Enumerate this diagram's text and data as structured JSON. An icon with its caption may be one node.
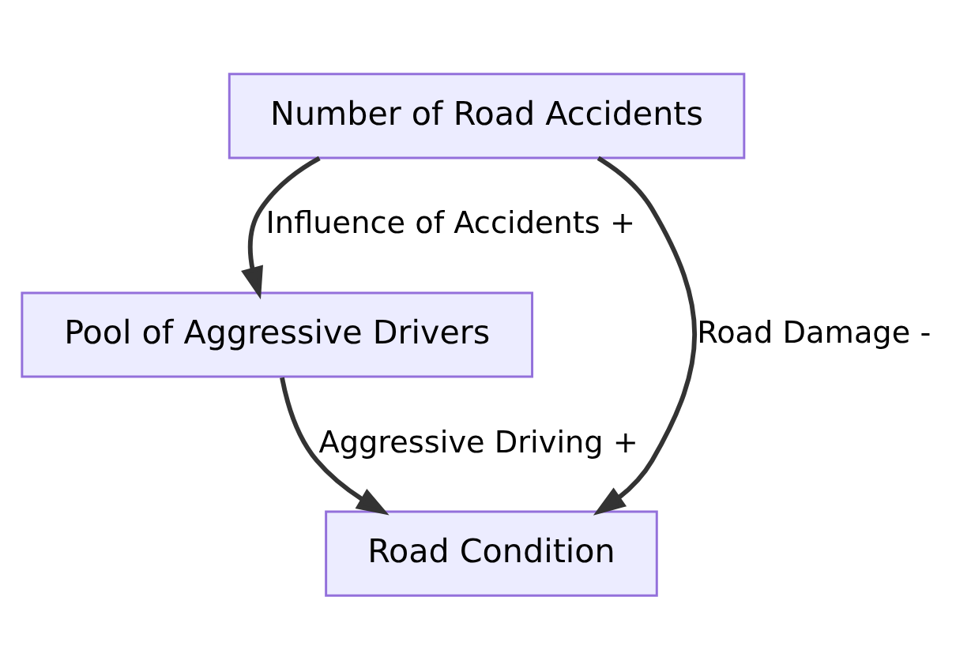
{
  "diagram": {
    "nodes": [
      {
        "text": [
          "Number of Road Accidents"
        ]
      },
      {
        "text": [
          "Pool of Aggressive Drivers"
        ]
      },
      {
        "text": [
          "Road Condition"
        ]
      }
    ],
    "edges": [
      {
        "from": 0,
        "to": 1,
        "arrow": "to",
        "label": "Influence of Accidents +"
      },
      {
        "from": 0,
        "to": 2,
        "arrow": "to",
        "label": "Road Damage -"
      },
      {
        "from": 1,
        "to": 2,
        "arrow": "to",
        "label": "Aggressive Driving +"
      }
    ]
  }
}
